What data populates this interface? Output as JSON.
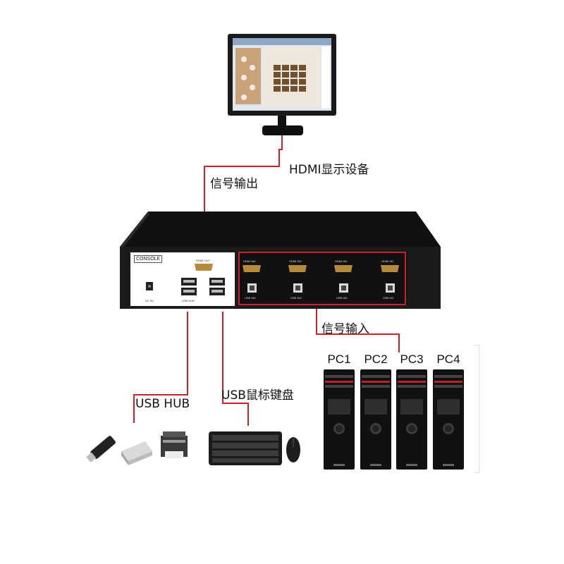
{
  "labels": {
    "hdmi_display": "HDMI显示设备",
    "signal_out": "信号输出",
    "signal_in": "信号输入",
    "usb_hub": "USB HUB",
    "usb_kbd_mouse": "USB鼠标键盘"
  },
  "device": {
    "console_label": "CONSOLE",
    "hdmi_out": "HDMI OUT",
    "dc_in": "DC 5V",
    "usb_hub_port": "USB HUB",
    "hdmi_inputs": [
      "HDMI IN4",
      "HDMI IN3",
      "HDMI IN2",
      "HDMI IN1"
    ],
    "usb_inputs": [
      "USB IN4",
      "USB IN3",
      "USB IN2",
      "USB IN1"
    ]
  },
  "pcs": [
    "PC1",
    "PC2",
    "PC3",
    "PC4"
  ],
  "colors": {
    "connector_line": "#c8242a",
    "device_body": "#1b1b1b",
    "tower_body": "#111111",
    "tower_accent": "#c01e2a"
  },
  "icons": {
    "monitor": "monitor-icon",
    "kvm": "kvm-switch-icon",
    "usb_drive": "usb-drive-icon",
    "scanner": "scanner-icon",
    "printer": "printer-icon",
    "keyboard": "keyboard-icon",
    "mouse": "mouse-icon",
    "pc_tower": "pc-tower-icon"
  }
}
